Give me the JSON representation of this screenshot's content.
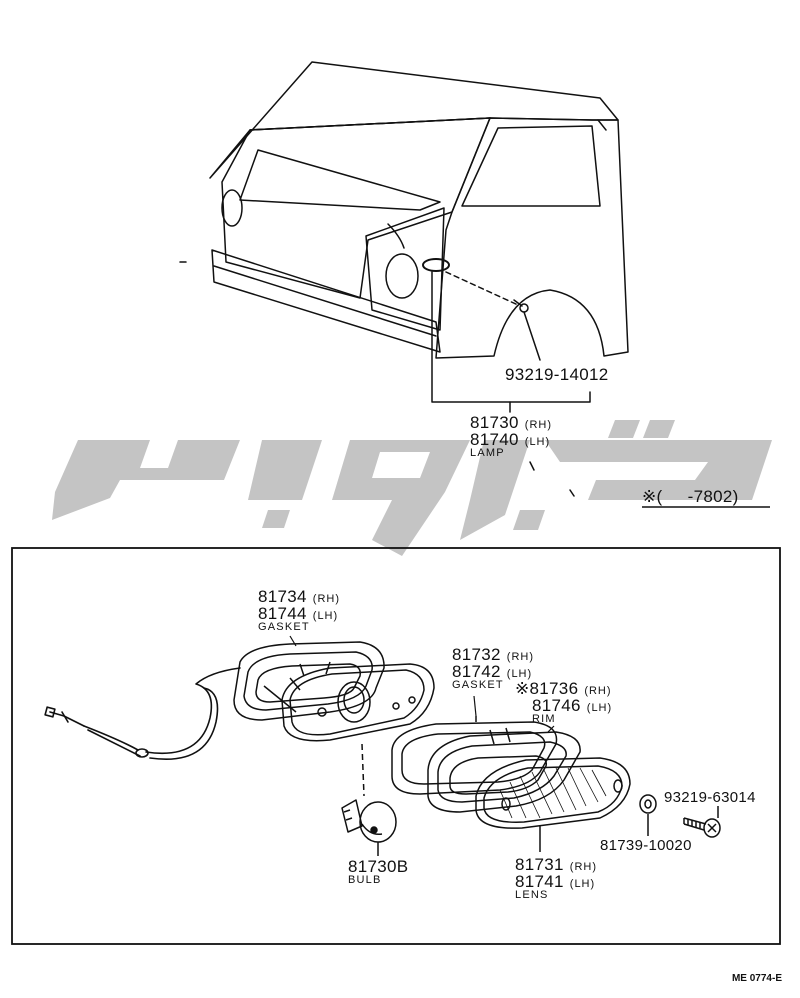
{
  "watermark": {
    "text": "تاپ پارت",
    "color": "#c4c4c4"
  },
  "top_view": {
    "screw": {
      "number": "93219-14012"
    },
    "lamp": {
      "rh_number": "81730",
      "rh_side": "(RH)",
      "lh_number": "81740",
      "lh_side": "(LH)",
      "name": "LAMP"
    },
    "applicability": {
      "mark": "※",
      "text": "(     -7802)"
    }
  },
  "detail": {
    "gasket_outer": {
      "rh_number": "81734",
      "rh_side": "(RH)",
      "lh_number": "81744",
      "lh_side": "(LH)",
      "name": "GASKET"
    },
    "gasket_inner": {
      "rh_number": "81732",
      "rh_side": "(RH)",
      "lh_number": "81742",
      "lh_side": "(LH)",
      "name": "GASKET"
    },
    "rim": {
      "mark": "※",
      "rh_number": "81736",
      "rh_side": "(RH)",
      "lh_number": "81746",
      "lh_side": "(LH)",
      "name": "RIM"
    },
    "screw": {
      "number": "93219-63014"
    },
    "washer": {
      "number": "81739-10020"
    },
    "bulb": {
      "number": "81730B",
      "name": "BULB"
    },
    "lens": {
      "rh_number": "81731",
      "rh_side": "(RH)",
      "lh_number": "81741",
      "lh_side": "(LH)",
      "name": "LENS"
    }
  },
  "diagram_code": "ME 0774-E"
}
